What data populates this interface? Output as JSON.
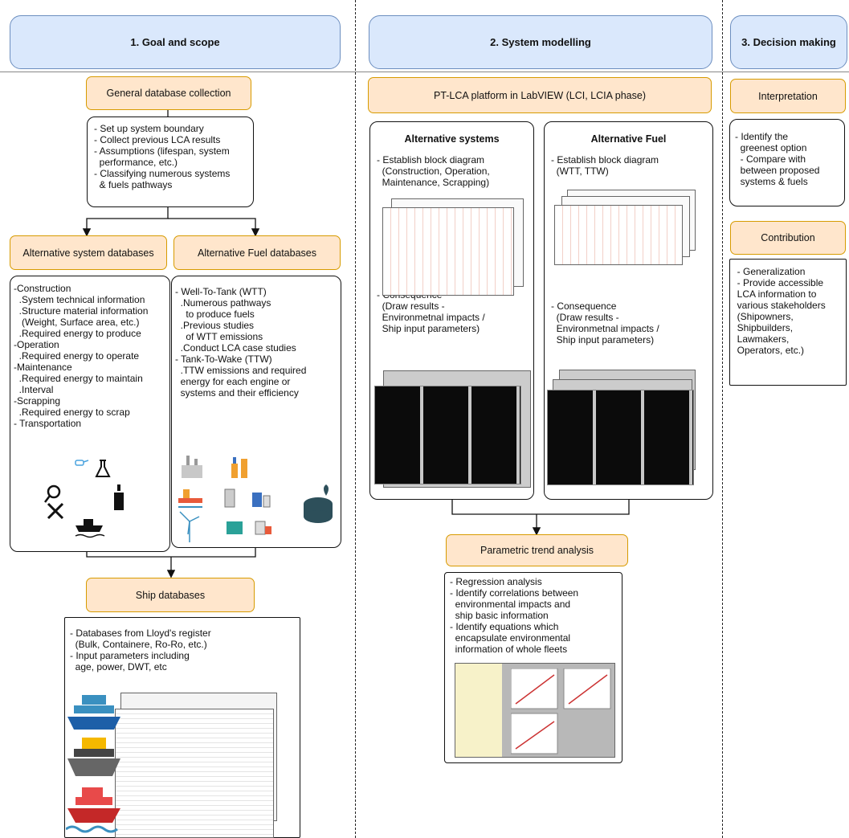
{
  "columns": [
    {
      "title": "1. Goal and scope"
    },
    {
      "title": "2. System modelling"
    },
    {
      "title": "3. Decision making"
    }
  ],
  "goal": {
    "general_db": "General database collection",
    "general_list": [
      "- Set up system boundary",
      "- Collect previous LCA results",
      "- Assumptions (lifespan, system",
      "  performance, etc.)",
      "- Classifying numerous systems",
      "  & fuels pathways"
    ],
    "alt_system_db": "Alternative system databases",
    "alt_fuel_db": "Alternative Fuel databases",
    "system_list": [
      "-Construction",
      "  .System technical information",
      "  .Structure material information",
      "   (Weight, Surface area, etc.)",
      "  .Required energy to produce",
      "-Operation",
      "  .Required energy to operate",
      "-Maintenance",
      "  .Required energy to maintain",
      "  .Interval",
      "-Scrapping",
      "  .Required energy to scrap",
      "- Transportation"
    ],
    "fuel_list": [
      "- Well-To-Tank (WTT)",
      "  .Numerous pathways",
      "    to produce fuels",
      "  .Previous studies",
      "    of WTT emissions",
      "  .Conduct LCA case studies",
      "- Tank-To-Wake (TTW)",
      "  .TTW emissions and required",
      "  energy for each engine or",
      "  systems and their efficiency"
    ],
    "ship_db": "Ship databases",
    "ship_list": [
      "- Databases from Lloyd's register",
      "  (Bulk, Containere, Ro-Ro, etc.)",
      "- Input parameters including",
      "  age, power, DWT, etc"
    ]
  },
  "modelling": {
    "platform": "PT-LCA platform in LabVIEW (LCI, LCIA phase)",
    "alt_systems": {
      "title": "Alternative systems",
      "block": [
        "- Establish block diagram",
        "  (Construction, Operation,",
        "  Maintenance, Scrapping)"
      ],
      "consequence": [
        "- Consequence",
        "  (Draw results -",
        "  Environmetnal impacts /",
        "  Ship input parameters)"
      ]
    },
    "alt_fuel": {
      "title": "Alternative Fuel",
      "block": [
        "- Establish block diagram",
        "  (WTT, TTW)"
      ],
      "consequence": [
        "- Consequence",
        "  (Draw results -",
        "  Environmetnal impacts /",
        "  Ship input parameters)"
      ]
    },
    "trend": "Parametric trend analysis",
    "trend_list": [
      "- Regression analysis",
      "- Identify correlations between",
      "  environmental impacts and",
      "  ship basic information",
      "- Identify equations which",
      "  encapsulate environmental",
      "  information of whole fleets"
    ]
  },
  "decision": {
    "interpretation": "Interpretation",
    "interp_list": [
      "- Identify the",
      "  greenest option",
      "  - Compare with",
      "  between proposed",
      "  systems & fuels"
    ],
    "contribution": "Contribution",
    "contrib_list": [
      "  - Generalization",
      "  - Provide accessible",
      "  LCA information to",
      "  various stakeholders",
      "  (Shipowners,",
      "  Shipbuilders,",
      "  Lawmakers,",
      "  Operators, etc.)"
    ]
  },
  "icons": [
    "flask-icon",
    "magnifier-icon",
    "wrench-icon",
    "ship-icon",
    "factory-icon",
    "oil-rig-icon",
    "wind-turbine-icon",
    "fuel-tank-icon",
    "container-ship-icon",
    "spreadsheet-icon",
    "labview-diagram-icon",
    "labview-chart-icon",
    "regression-chart-icon"
  ],
  "colors": {
    "header_fill": "#dae8fc",
    "header_border": "#6c8ebf",
    "step_fill": "#ffe6cc",
    "step_border": "#d79b00"
  }
}
